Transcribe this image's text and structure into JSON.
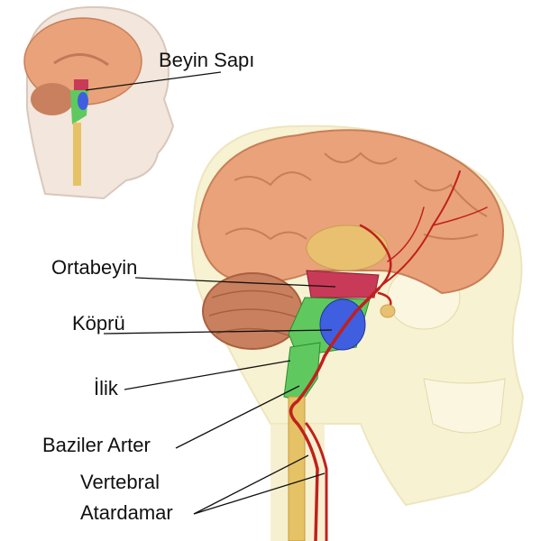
{
  "labels": {
    "brainstem": "Beyin Sapı",
    "midbrain": "Ortabeyin",
    "pons": "Köprü",
    "medulla": "İlik",
    "basilar_artery": "Baziler Arter",
    "vertebral_artery_line1": "Vertebral",
    "vertebral_artery_line2": "Atardamar"
  },
  "colors": {
    "brain": "#e9a27a",
    "cerebellum": "#c9805e",
    "midbrain": "#c83a58",
    "pons_green": "#5fc95f",
    "pons_blue": "#3f5fe0",
    "spinal_cord": "#e6c266",
    "artery": "#c0201c",
    "skull": "#f6efc8"
  }
}
